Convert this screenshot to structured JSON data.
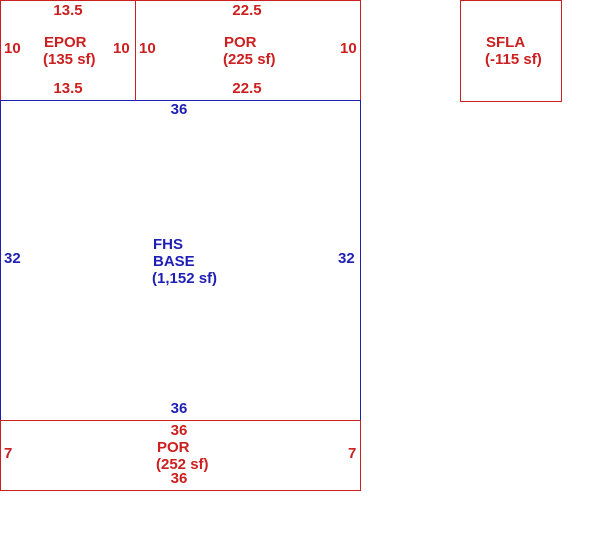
{
  "epor": {
    "name": "EPOR",
    "area": "(135 sf)",
    "top": "13.5",
    "bottom": "13.5",
    "left": "10",
    "right": "10"
  },
  "por_top": {
    "name": "POR",
    "area": "(225 sf)",
    "top": "22.5",
    "bottom": "22.5",
    "left": "10",
    "right": "10"
  },
  "sfla": {
    "name": "SFLA",
    "area": "(-115 sf)"
  },
  "base": {
    "name_line1": "FHS",
    "name_line2": "BASE",
    "area": "(1,152 sf)",
    "top": "36",
    "bottom": "36",
    "left": "32",
    "right": "32"
  },
  "por_bottom": {
    "name": "POR",
    "area": "(252 sf)",
    "top": "36",
    "bottom": "36",
    "left": "7",
    "right": "7"
  },
  "colors": {
    "red": "#cc1f1f",
    "blue": "#1f1fb5"
  }
}
